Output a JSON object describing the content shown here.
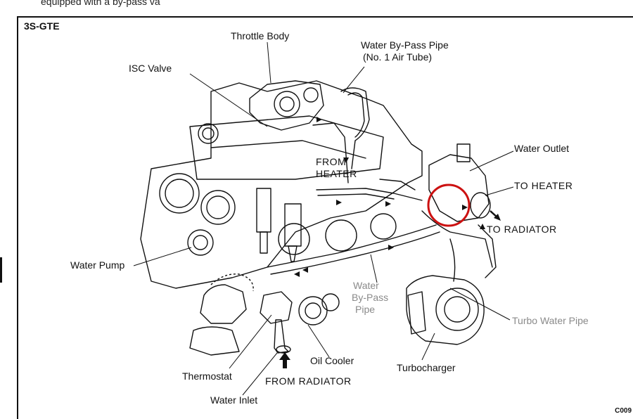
{
  "header": {
    "text": "equipped with a by-pass va"
  },
  "model": "3S-GTE",
  "code": "C009",
  "labels": {
    "throttle_body": "Throttle Body",
    "water_bypass_pipe_line1": "Water By-Pass Pipe",
    "water_bypass_pipe_line2": "(No. 1 Air Tube)",
    "isc_valve": "ISC Valve",
    "water_outlet": "Water Outlet",
    "from_heater_line1": "FROM",
    "from_heater_line2": "HEATER",
    "to_heater": "TO HEATER",
    "to_radiator": "TO RADIATOR",
    "water_pump": "Water Pump",
    "water_bypass_line1": "Water",
    "water_bypass_line2": "By-Pass",
    "water_bypass_line3": "Pipe",
    "turbo_water_pipe": "Turbo Water Pipe",
    "oil_cooler": "Oil Cooler",
    "thermostat": "Thermostat",
    "turbocharger": "Turbocharger",
    "from_radiator": "FROM RADIATOR",
    "water_inlet": "Water Inlet"
  },
  "colors": {
    "line": "#111111",
    "gray": "#8a8a8a",
    "highlight": "#cc1111"
  }
}
